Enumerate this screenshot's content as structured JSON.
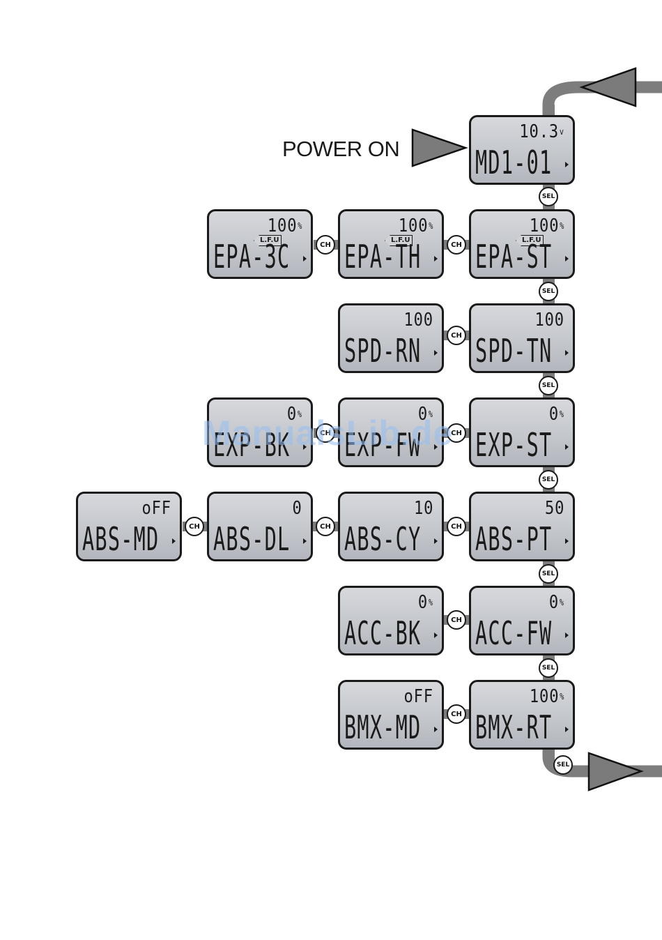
{
  "power_label": "POWER ON",
  "watermark": "ManualsLib.de",
  "buttons": {
    "sel": "SEL",
    "ch": "CH"
  },
  "screens": [
    {
      "id": "md",
      "top": "10.3",
      "unit": "v",
      "main": "MD1-01",
      "lfu": ""
    },
    {
      "id": "epa-st",
      "top": "100",
      "unit": "%",
      "main": "EPA-ST",
      "lfu": "L.F.U"
    },
    {
      "id": "epa-th",
      "top": "100",
      "unit": "%",
      "main": "EPA-TH",
      "lfu": "L.F.U"
    },
    {
      "id": "epa-3c",
      "top": "100",
      "unit": "%",
      "main": "EPA-3C",
      "lfu": "L.F.U"
    },
    {
      "id": "spd-tn",
      "top": "100",
      "unit": "",
      "main": "SPD-TN",
      "lfu": ""
    },
    {
      "id": "spd-rn",
      "top": "100",
      "unit": "",
      "main": "SPD-RN",
      "lfu": ""
    },
    {
      "id": "exp-st",
      "top": "0",
      "unit": "%",
      "main": "EXP-ST",
      "lfu": ""
    },
    {
      "id": "exp-fw",
      "top": "0",
      "unit": "%",
      "main": "EXP-FW",
      "lfu": ""
    },
    {
      "id": "exp-bk",
      "top": "0",
      "unit": "%",
      "main": "EXP-BK",
      "lfu": ""
    },
    {
      "id": "abs-pt",
      "top": "50",
      "unit": "",
      "main": "ABS-PT",
      "lfu": ""
    },
    {
      "id": "abs-cy",
      "top": "10",
      "unit": "",
      "main": "ABS-CY",
      "lfu": ""
    },
    {
      "id": "abs-dl",
      "top": "0",
      "unit": "",
      "main": "ABS-DL",
      "lfu": ""
    },
    {
      "id": "abs-md",
      "top": "oFF",
      "unit": "",
      "main": "ABS-MD",
      "lfu": ""
    },
    {
      "id": "acc-fw",
      "top": "0",
      "unit": "%",
      "main": "ACC-FW",
      "lfu": ""
    },
    {
      "id": "acc-bk",
      "top": "0",
      "unit": "%",
      "main": "ACC-BK",
      "lfu": ""
    },
    {
      "id": "bmx-rt",
      "top": "100",
      "unit": "%",
      "main": "BMX-RT",
      "lfu": ""
    },
    {
      "id": "bmx-md",
      "top": "oFF",
      "unit": "",
      "main": "BMX-MD",
      "lfu": ""
    }
  ]
}
